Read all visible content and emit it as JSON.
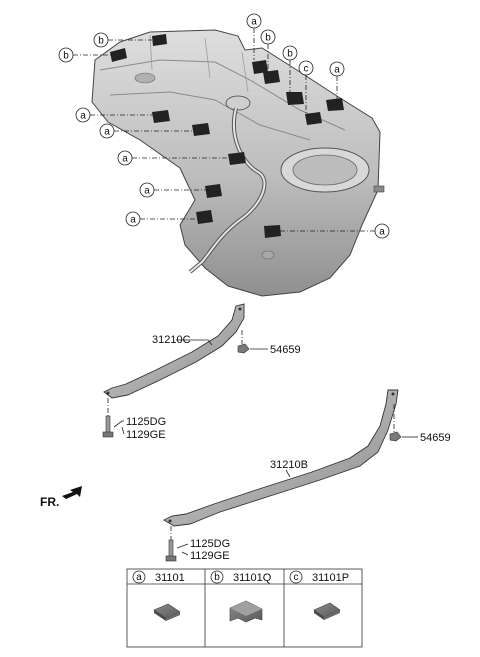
{
  "callouts": {
    "a": "a",
    "b": "b",
    "c": "c"
  },
  "parts": {
    "strap_upper": "31210C",
    "strap_lower": "31210B",
    "nut_upper": "54659",
    "nut_lower": "54659",
    "bolt_upper_1": "1125DG",
    "bolt_upper_2": "1129GE",
    "bolt_lower_1": "1125DG",
    "bolt_lower_2": "1129GE"
  },
  "front_marker": "FR.",
  "legend": [
    {
      "key": "a",
      "part": "31101"
    },
    {
      "key": "b",
      "part": "31101Q"
    },
    {
      "key": "c",
      "part": "31101P"
    }
  ],
  "colors": {
    "tank_fill": "#c9c9c9",
    "tank_shade": "#9a9a9a",
    "pad_fill": "#222222",
    "strap_fill": "#b8b8b8"
  }
}
